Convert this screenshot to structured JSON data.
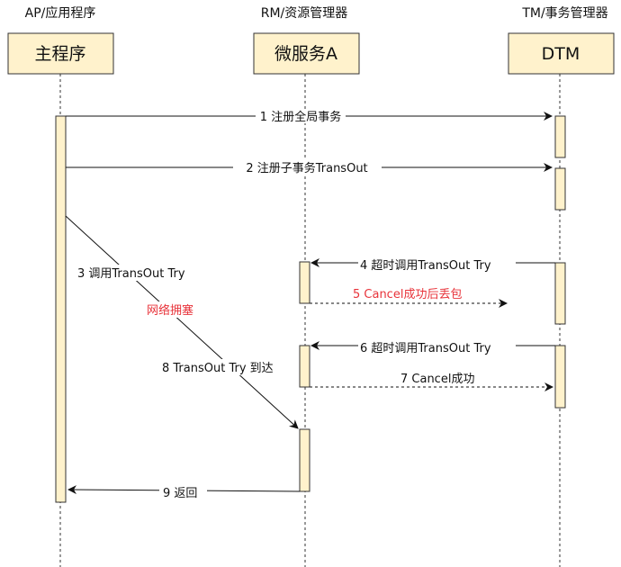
{
  "participants": [
    {
      "role": "AP/应用程序",
      "name": "主程序"
    },
    {
      "role": "RM/资源管理器",
      "name": "微服务A"
    },
    {
      "role": "TM/事务管理器",
      "name": "DTM"
    }
  ],
  "messages": [
    {
      "label": "1 注册全局事务",
      "from": "主程序",
      "to": "DTM",
      "style": "solid"
    },
    {
      "label": "2 注册子事务TransOut",
      "from": "主程序",
      "to": "DTM",
      "style": "solid"
    },
    {
      "label": "3 调用TransOut Try",
      "from": "主程序",
      "to": "微服务A",
      "style": "solid"
    },
    {
      "label": "4 超时调用TransOut Try",
      "from": "DTM",
      "to": "微服务A",
      "style": "solid"
    },
    {
      "label": "5 Cancel成功后丢包",
      "from": "微服务A",
      "to": "DTM",
      "style": "dashed",
      "lost": true
    },
    {
      "label": "6 超时调用TransOut Try",
      "from": "DTM",
      "to": "微服务A",
      "style": "solid"
    },
    {
      "label": "7 Cancel成功",
      "from": "微服务A",
      "to": "DTM",
      "style": "dashed"
    },
    {
      "label": "8 TransOut Try 到达",
      "from": "主程序",
      "to": "微服务A",
      "style": "solid"
    },
    {
      "label": "9 返回",
      "from": "微服务A",
      "to": "主程序",
      "style": "solid"
    }
  ],
  "annotations": {
    "congestion": "网络拥塞"
  },
  "colors": {
    "box_fill": "#fff2cc",
    "box_stroke": "#333333",
    "highlight": "#e8333a"
  }
}
